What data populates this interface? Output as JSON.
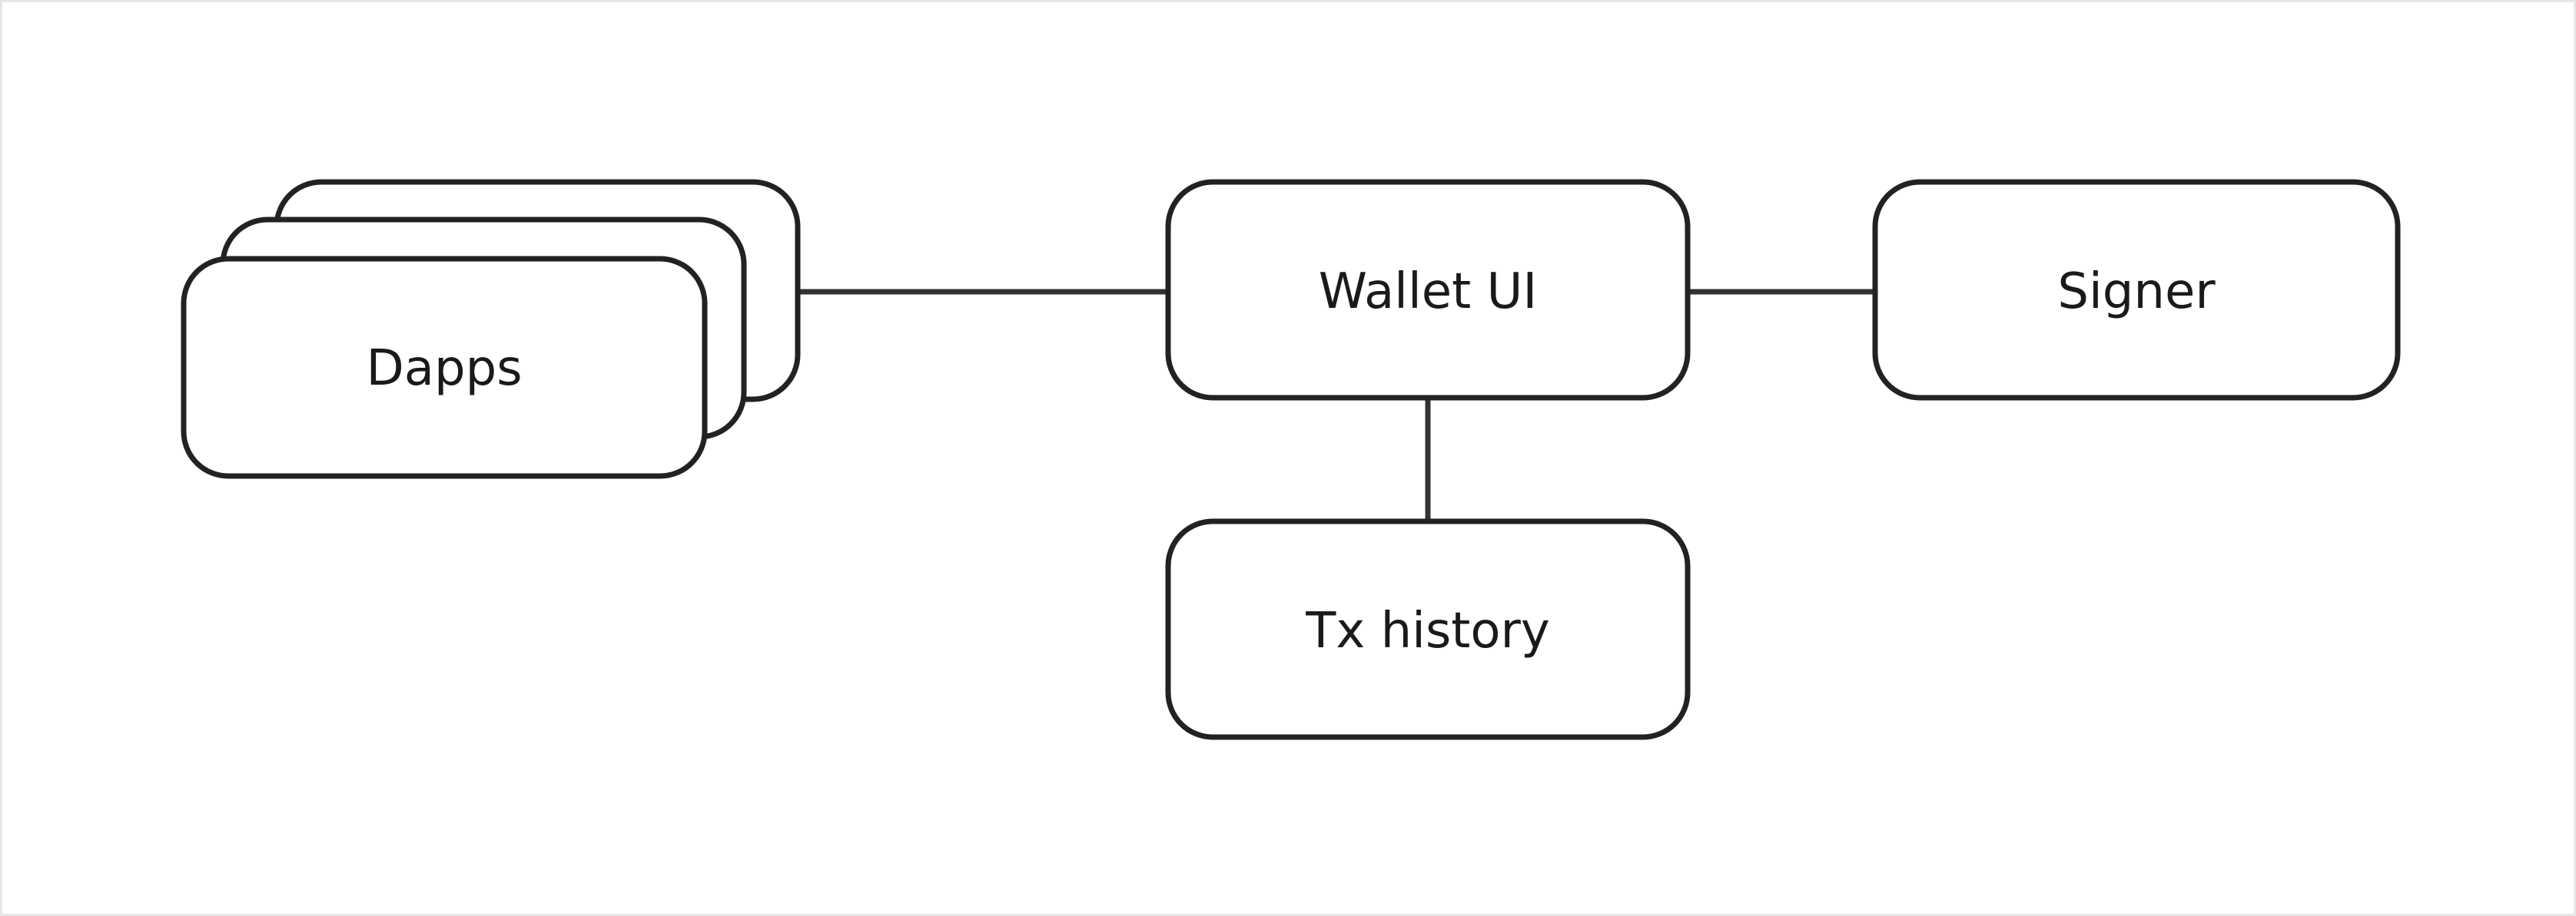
{
  "diagram": {
    "nodes": {
      "dapps": {
        "label": "Dapps"
      },
      "wallet_ui": {
        "label": "Wallet UI"
      },
      "signer": {
        "label": "Signer"
      },
      "tx_history": {
        "label": "Tx history"
      }
    },
    "edges": [
      {
        "from": "dapps",
        "to": "wallet_ui"
      },
      {
        "from": "wallet_ui",
        "to": "signer"
      },
      {
        "from": "wallet_ui",
        "to": "tx_history"
      }
    ],
    "colors": {
      "stroke": "#222222",
      "connector": "#333333",
      "background": "#ffffff",
      "text": "#1a1a1a"
    }
  }
}
